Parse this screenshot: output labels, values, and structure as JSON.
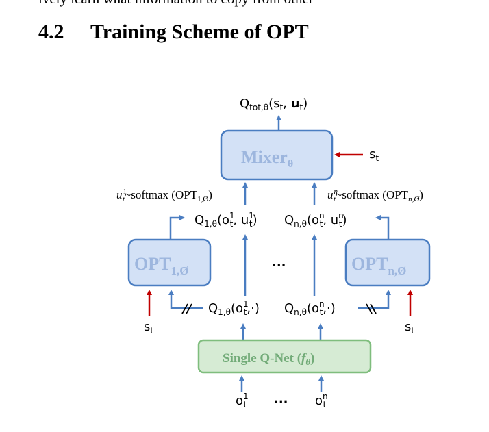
{
  "page": {
    "top_text": "ively learn what information to copy from other",
    "section_number": "4.2",
    "section_title": "Training Scheme of OPT"
  },
  "diagram": {
    "q_tot": {
      "base": "Q",
      "sub": "tot,θ",
      "args_open": "(s",
      "args_s_sub": "t",
      "args_u": "u",
      "args_u_sub": "t",
      "close": ")"
    },
    "mixer": {
      "base": "Mixer",
      "sub": "θ"
    },
    "state": {
      "base": "s",
      "sub": "t"
    },
    "left_softmax": {
      "u": "u",
      "u_sup": "1",
      "u_sub": "t",
      "text": "~softmax (OPT",
      "sub": "1,Ø",
      "close": ")"
    },
    "right_softmax": {
      "u": "u",
      "u_sup": "n",
      "u_sub": "t",
      "text": "~softmax (OPT",
      "sub": "n,Ø",
      "close": ")"
    },
    "q1_action": {
      "base": "Q",
      "sub": "1,θ",
      "open": "(o",
      "o_sup": "1",
      "o_sub": "t",
      "mid": ", u",
      "u_sup": "1",
      "u_sub": "t",
      "close": ")"
    },
    "qn_action": {
      "base": "Q",
      "sub": "n,θ",
      "open": "(o",
      "o_sup": "n",
      "o_sub": "t",
      "mid": ", u",
      "u_sup": "n",
      "u_sub": "t",
      "close": ")"
    },
    "opt_left": {
      "base": "OPT",
      "sub": "1,Ø"
    },
    "opt_right": {
      "base": "OPT",
      "sub": "n,Ø"
    },
    "ellipsis": "...",
    "q1_all": {
      "base": "Q",
      "sub": "1,θ",
      "open": "(o",
      "o_sup": "1",
      "o_sub": "t",
      "close": ",·)"
    },
    "qn_all": {
      "base": "Q",
      "sub": "n,θ",
      "open": "(o",
      "o_sup": "n",
      "o_sub": "t",
      "close": ",·)"
    },
    "qnet": {
      "text": "Single Q-Net (",
      "f": "f",
      "f_sub": "θ",
      "close": ")"
    },
    "obs_1": {
      "base": "o",
      "sup": "1",
      "sub": "t"
    },
    "obs_n": {
      "base": "o",
      "sup": "n",
      "sub": "t"
    }
  },
  "colors": {
    "box_fill": "#d3e1f6",
    "box_stroke": "#4a7dc1",
    "arrow_blue": "#4a7dc1",
    "arrow_red": "#c00000",
    "qnet_fill": "#d6ebd4",
    "qnet_stroke": "#7fbd7d"
  }
}
